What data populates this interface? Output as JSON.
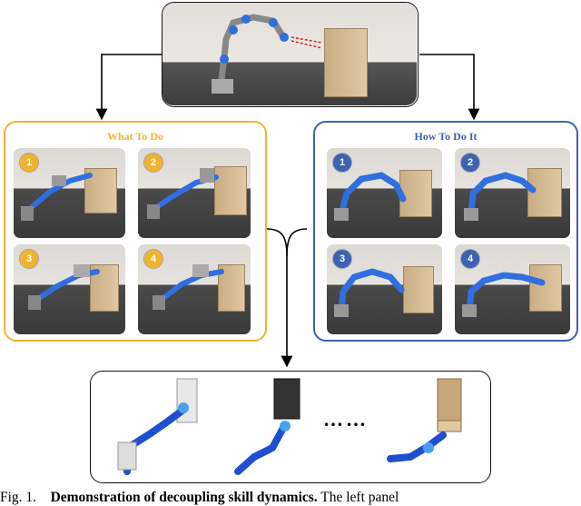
{
  "panels": {
    "left_title": "What To Do",
    "right_title": "How To Do It",
    "left_badges": [
      "1",
      "2",
      "3",
      "4"
    ],
    "right_badges": [
      "1",
      "2",
      "3",
      "4"
    ]
  },
  "bottom": {
    "ellipsis": "……"
  },
  "caption": {
    "prefix": "Fig. 1.",
    "bold": "Demonstration of decoupling skill dynamics.",
    "rest": " The left panel"
  },
  "colors": {
    "what_accent": "#f0b42c",
    "how_accent": "#3c62b4",
    "robot_blue": "#2f6fe0",
    "cabinet": "#d8bf98"
  }
}
